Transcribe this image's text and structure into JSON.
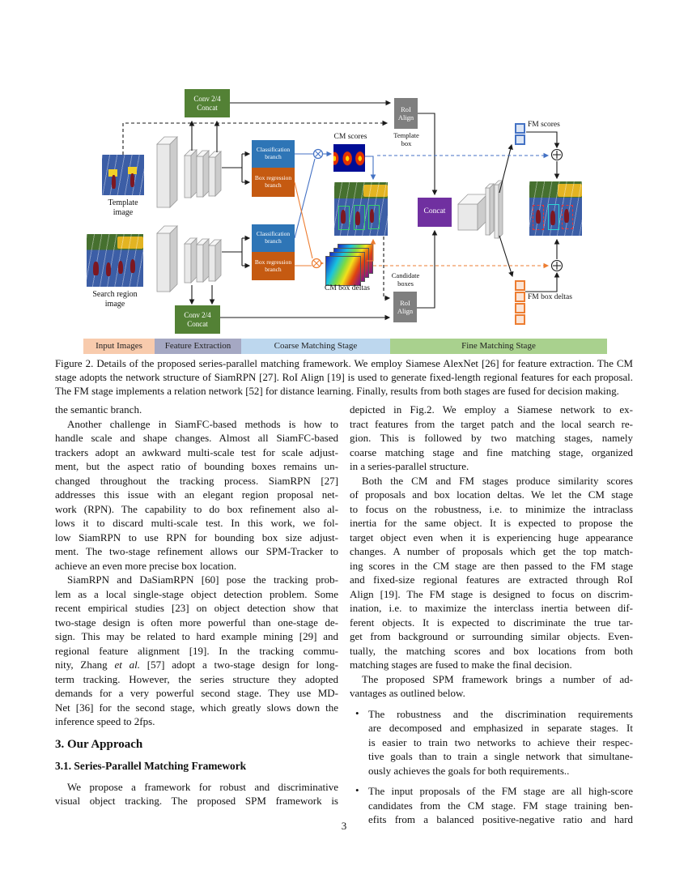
{
  "page": {
    "number": "3"
  },
  "figure": {
    "labels": {
      "conv_concat": "Conv 2/4\nConcat",
      "classification_branch": "Classification\nbranch",
      "box_regression_branch": "Box regression\nbranch",
      "roi_align": "RoI\nAlign",
      "concat": "Concat",
      "template_image": "Template\nimage",
      "search_region_image": "Search region\nimage",
      "cm_scores": "CM scores",
      "cm_box_deltas": "CM box deltas",
      "template_box": "Template\nbox",
      "candidate_boxes": "Candidate\nboxes",
      "fm_scores": "FM scores",
      "fm_box_deltas": "FM box deltas"
    },
    "legend": [
      {
        "name": "input-images",
        "label": "Input Images",
        "color": "#F8CBAD"
      },
      {
        "name": "feature-extraction",
        "label": "Feature Extraction",
        "color": "#A5A8C3"
      },
      {
        "name": "coarse-matching-stage",
        "label": "Coarse Matching Stage",
        "color": "#BDD7EE"
      },
      {
        "name": "fine-matching-stage",
        "label": "Fine Matching Stage",
        "color": "#A9D18E"
      }
    ],
    "colors": {
      "conv_box": "#538135",
      "classification": "#2E75B6",
      "box_regression": "#C55A11",
      "roi_align": "#7F7F7F",
      "concat": "#7030A0",
      "blue_accent": "#4472C4",
      "orange_accent": "#ED7D31"
    }
  },
  "article": {
    "columns": [
      {
        "id": "caption",
        "blocks": [
          {
            "type": "caption",
            "indent": false,
            "fill_last": false,
            "lines": [
              "Figure 2. Details of the proposed series-parallel matching framework. We employ Siamese AlexNet [26] for feature extraction. The CM",
              "stage adopts the network structure of SiamRPN [27]. RoI Align [19] is used to generate fixed-length regional features for each proposal.",
              "The FM stage implements a relation network [52] for distance learning. Finally, results from both stages are fused for decision making."
            ]
          }
        ]
      },
      {
        "id": "left",
        "blocks": [
          {
            "type": "para",
            "indent": false,
            "fill_last": false,
            "lines": [
              "the semantic branch."
            ]
          },
          {
            "type": "para",
            "indent": true,
            "fill_last": false,
            "lines": [
              "Another challenge in SiamFC-based methods is how to",
              "handle scale and shape changes. Almost all SiamFC-based",
              "trackers adopt an awkward multi-scale test for scale adjust-",
              "ment, but the aspect ratio of bounding boxes remains un-",
              "changed throughout the tracking process. SiamRPN [27]",
              "addresses this issue with an elegant region proposal net-",
              "work (RPN). The capability to do box refinement also al-",
              "lows it to discard multi-scale test. In this work, we fol-",
              "low SiamRPN to use RPN for bounding box size adjust-",
              "ment. The two-stage refinement allows our SPM-Tracker to",
              "achieve an even more precise box location."
            ]
          },
          {
            "type": "para",
            "indent": true,
            "fill_last": false,
            "lines": [
              "SiamRPN and DaSiamRPN [60] pose the tracking prob-",
              "lem as a local single-stage object detection problem. Some",
              "recent empirical studies [23] on object detection show that",
              "two-stage design is often more powerful than one-stage de-",
              "sign. This may be related to hard example mining [29] and",
              "regional feature alignment [19]. In the tracking commu-",
              [
                {
                  "t": "nity, Zhang "
                },
                {
                  "t": "et al.",
                  "i": true
                },
                {
                  "t": " [57] adopt a two-stage design for long-"
                }
              ],
              "term tracking. However, the series structure they adopted",
              "demands for a very powerful second stage. They use MD-",
              "Net [36] for the second stage, which greatly slows down the",
              "inference speed to 2fps."
            ]
          },
          {
            "type": "h1",
            "text": "3. Our Approach"
          },
          {
            "type": "h2",
            "text": "3.1. Series-Parallel Matching Framework"
          },
          {
            "type": "para",
            "indent": true,
            "fill_last": true,
            "lines": [
              "We propose a framework for robust and discriminative",
              "visual object tracking. The proposed SPM framework is"
            ]
          }
        ]
      },
      {
        "id": "right",
        "blocks": [
          {
            "type": "para",
            "indent": false,
            "fill_last": false,
            "lines": [
              "depicted in Fig.2. We employ a Siamese network to ex-",
              "tract features from the target patch and the local search re-",
              "gion. This is followed by two matching stages, namely",
              "coarse matching stage and fine matching stage, organized",
              "in a series-parallel structure."
            ]
          },
          {
            "type": "para",
            "indent": true,
            "fill_last": false,
            "lines": [
              "Both the CM and FM stages produce similarity scores",
              "of proposals and box location deltas. We let the CM stage",
              "to focus on the robustness, i.e. to minimize the intraclass",
              "inertia for the same object. It is expected to propose the",
              "target object even when it is experiencing huge appearance",
              "changes. A number of proposals which get the top match-",
              "ing scores in the CM stage are then passed to the FM stage",
              "and fixed-size regional features are extracted through RoI",
              "Align [19]. The FM stage is designed to focus on discrim-",
              "ination, i.e. to maximize the interclass inertia between dif-",
              "ferent objects. It is expected to discriminate the true tar-",
              "get from background or surrounding similar objects. Even-",
              "tually, the matching scores and box locations from both",
              "matching stages are fused to make the final decision."
            ]
          },
          {
            "type": "para",
            "indent": true,
            "fill_last": false,
            "lines": [
              "The proposed SPM framework brings a number of ad-",
              "vantages as outlined below."
            ]
          },
          {
            "type": "bullet",
            "indent": false,
            "fill_last": false,
            "lines": [
              "The robustness and the discrimination requirements",
              "are decomposed and emphasized in separate stages. It",
              "is easier to train two networks to achieve their respec-",
              "tive goals than to train a single network that simultane-",
              "ously achieves the goals for both requirements.."
            ]
          },
          {
            "type": "bullet",
            "indent": false,
            "fill_last": true,
            "lines": [
              "The input proposals of the FM stage are all high-score",
              "candidates from the CM stage. FM stage training ben-",
              "efits from a balanced positive-negative ratio and hard"
            ]
          }
        ]
      }
    ]
  }
}
